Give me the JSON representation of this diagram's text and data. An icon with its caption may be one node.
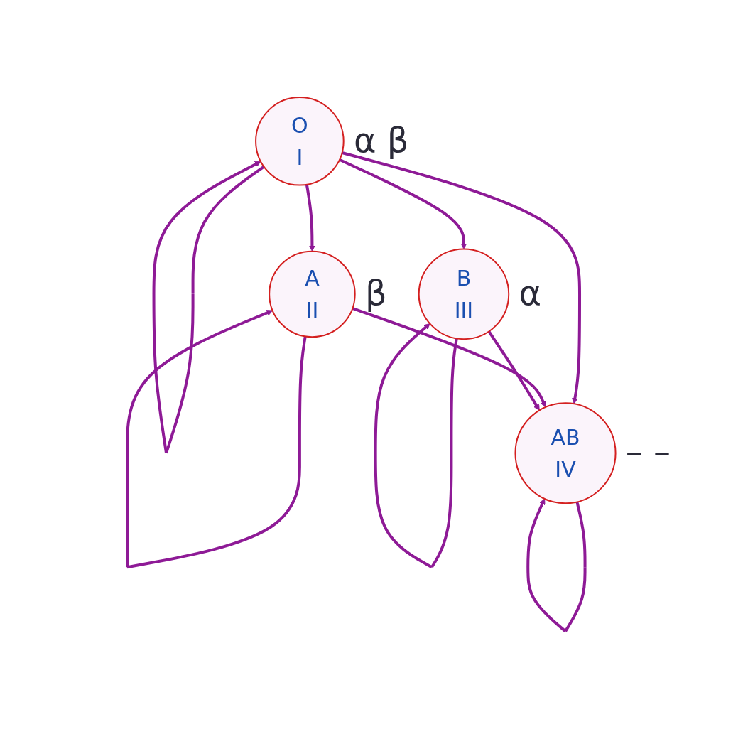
{
  "diagram": {
    "nodes": [
      {
        "text": [
          "O",
          "I"
        ],
        "beside": [
          "α β"
        ]
      },
      {
        "text": [
          "A",
          "II"
        ],
        "beside": [
          "β"
        ]
      },
      {
        "text": [
          "B",
          "III"
        ],
        "beside": [
          "α"
        ]
      },
      {
        "text": [
          "AB",
          "IV"
        ],
        "beside": [
          "– –"
        ]
      }
    ],
    "edges": [
      {
        "from": 0,
        "to": 0,
        "arrow": "to"
      },
      {
        "from": 0,
        "to": 1,
        "arrow": "to"
      },
      {
        "from": 0,
        "to": 3,
        "arrow": "to"
      },
      {
        "from": 0,
        "to": 2,
        "arrow": "to"
      },
      {
        "from": 1,
        "to": 1,
        "arrow": "to"
      },
      {
        "from": 2,
        "to": 2,
        "arrow": "to"
      },
      {
        "from": 1,
        "to": 3,
        "arrow": "to"
      },
      {
        "from": 2,
        "to": 3,
        "arrow": "to"
      },
      {
        "from": 3,
        "to": 3,
        "arrow": "to"
      }
    ]
  }
}
